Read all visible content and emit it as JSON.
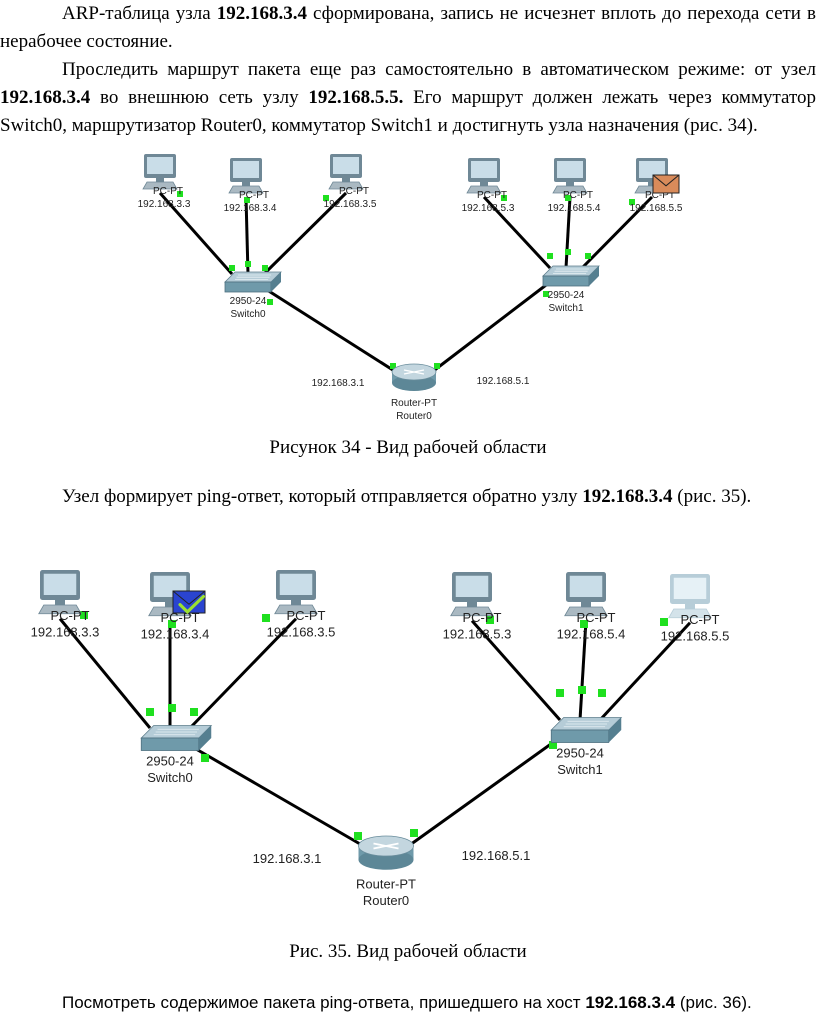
{
  "text": {
    "p1_prefix": "ARP-таблица узла ",
    "p1_ip": "192.168.3.4",
    "p1_rest": " сформирована, запись не исчезнет вплоть до перехода сети в нерабочее состояние.",
    "p2_a": "Проследить маршрут пакета еще раз самостоятельно в автоматическом режиме: от узел ",
    "p2_ip1": "192.168.3.4",
    "p2_b": " во внешнюю сеть узлу ",
    "p2_ip2": "192.168.5.5.",
    "p2_c": " Его маршрут должен лежать через коммутатор Switch0, маршрутизатор Router0, коммутатор Switch1 и достигнуть узла назначения (рис. 34).",
    "caption1": "Рисунок 34 - Вид рабочей области",
    "p3_a": "Узел формирует ping-ответ, который отправляется обратно узлу ",
    "p3_ip": "192.168.3.4",
    "p3_b": " (рис. 35).",
    "caption2": "Рис. 35. Вид рабочей области",
    "p4_a": "Посмотреть содержимое пакета ping-ответа, пришедшего на хост ",
    "p4_ip": "192.168.3.4",
    "p4_b": " (рис. 36)."
  },
  "figure34": {
    "pcs": [
      {
        "type": "PC-PT",
        "ip": "192.168.3.3"
      },
      {
        "type": "PC-PT",
        "ip": "192.168.3.4"
      },
      {
        "type": "PC-PT",
        "ip": "192.168.3.5"
      },
      {
        "type": "PC-PT",
        "ip": "192.168.5.3"
      },
      {
        "type": "PC-PT",
        "ip": "192.168.5.4"
      },
      {
        "type": "PC-PT",
        "ip": "192.168.5.5"
      }
    ],
    "switches": [
      {
        "model": "2950-24",
        "name": "Switch0"
      },
      {
        "model": "2950-24",
        "name": "Switch1"
      }
    ],
    "router": {
      "model": "Router-PT",
      "name": "Router0"
    },
    "gateways": [
      "192.168.3.1",
      "192.168.5.1"
    ],
    "packet_icon": "envelope-icon"
  },
  "figure35": {
    "pcs": [
      {
        "type": "PC-PT",
        "ip": "192.168.3.3"
      },
      {
        "type": "PC-PT",
        "ip": "192.168.3.4"
      },
      {
        "type": "PC-PT",
        "ip": "192.168.3.5"
      },
      {
        "type": "PC-PT",
        "ip": "192.168.5.3"
      },
      {
        "type": "PC-PT",
        "ip": "192.168.5.4"
      },
      {
        "type": "PC-PT",
        "ip": "192.168.5.5"
      }
    ],
    "switches": [
      {
        "model": "2950-24",
        "name": "Switch0"
      },
      {
        "model": "2950-24",
        "name": "Switch1"
      }
    ],
    "router": {
      "model": "Router-PT",
      "name": "Router0"
    },
    "gateways": [
      "192.168.3.1",
      "192.168.5.1"
    ],
    "packet_icon": "envelope-checkmark-icon"
  },
  "colors": {
    "link_light": "#1fe01f",
    "cable": "#000000",
    "envelope_orange": "#d98b5a",
    "envelope_blue": "#2a44d0",
    "checkmark": "#9be030"
  }
}
